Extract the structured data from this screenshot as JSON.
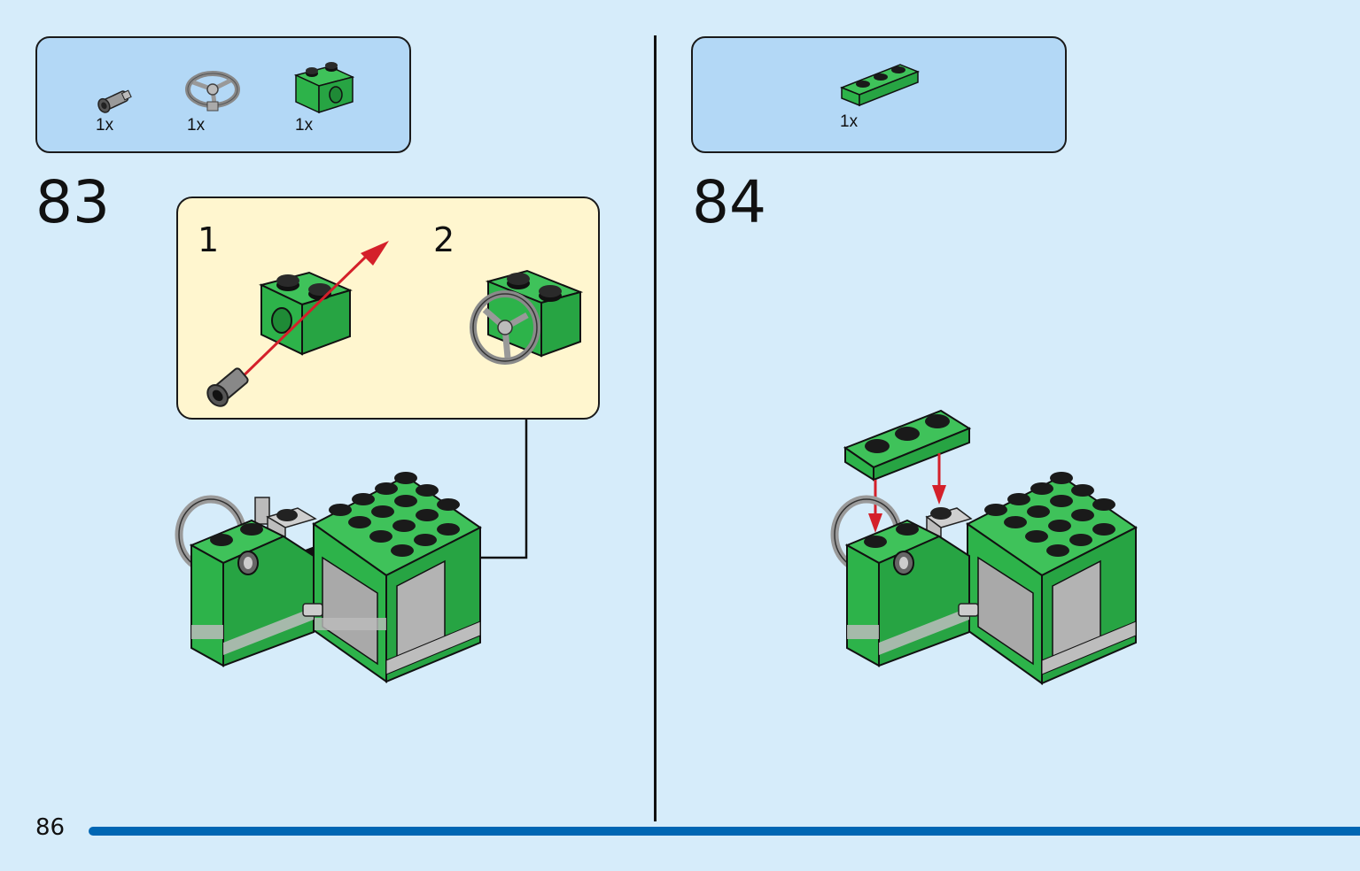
{
  "page": {
    "number": "86"
  },
  "steps": [
    {
      "number": "83",
      "parts": [
        {
          "qty": "1x",
          "icon": "axle-pin-icon"
        },
        {
          "qty": "1x",
          "icon": "steering-wheel-icon"
        },
        {
          "qty": "1x",
          "icon": "technic-brick-icon"
        }
      ],
      "substeps": [
        "1",
        "2"
      ]
    },
    {
      "number": "84",
      "parts": [
        {
          "qty": "1x",
          "icon": "plate-1x3-icon"
        }
      ]
    }
  ],
  "colors": {
    "background": "#d6ecfa",
    "parts_box": "#b3d8f6",
    "callout": "#fff6cf",
    "brick_green": "#2db34a",
    "arrow_red": "#d4202a",
    "progress_bar": "#0066b3"
  }
}
